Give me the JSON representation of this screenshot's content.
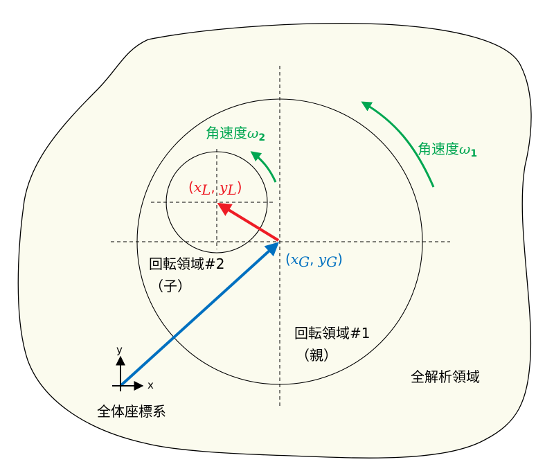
{
  "domain_labels": {
    "analysis": "全解析領域",
    "rotor1_name": "回転領域#1",
    "rotor1_role": "（親）",
    "rotor2_name": "回転領域#2",
    "rotor2_role": "（子）"
  },
  "global_frame": {
    "label": "全体座標系",
    "x_axis": "x",
    "y_axis": "y"
  },
  "angular_velocity": {
    "prefix": "角速度",
    "omega1_symbol": "ω",
    "omega1_sub": "1",
    "omega2_symbol": "ω",
    "omega2_sub": "2"
  },
  "points": {
    "global_open": "(",
    "global_x": "x",
    "global_x_sub": "G",
    "global_comma": ", ",
    "global_y": "y",
    "global_y_sub": "G",
    "global_close": ")",
    "local_open": "(",
    "local_x": "x",
    "local_x_sub": "L",
    "local_comma": ", ",
    "local_y": "y",
    "local_y_sub": "L",
    "local_close": ")"
  },
  "colors": {
    "region_fill": "#fbfbee",
    "outline": "#000000",
    "global_vector": "#0070c0",
    "local_vector": "#ee1c25",
    "rotation_arrow": "#00a651"
  }
}
